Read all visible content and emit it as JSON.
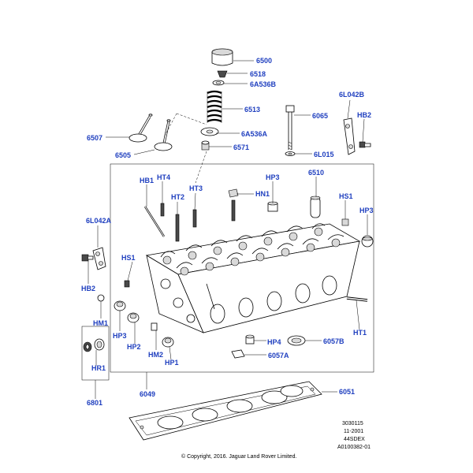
{
  "diagram": {
    "labels": {
      "p6500": "6500",
      "p6518": "6518",
      "p6A536B": "6A536B",
      "p6513": "6513",
      "p6065": "6065",
      "p6L042B": "6L042B",
      "pHB2_top": "HB2",
      "p6507": "6507",
      "p6A536A": "6A536A",
      "p6505": "6505",
      "p6571": "6571",
      "p6L015": "6L015",
      "pHB1": "HB1",
      "pHT4": "HT4",
      "pHT2": "HT2",
      "pHT3": "HT3",
      "pHP3_mid": "HP3",
      "pHN1": "HN1",
      "p6510": "6510",
      "pHS1_right": "HS1",
      "pHP3_right": "HP3",
      "p6L042A": "6L042A",
      "pHS1_left": "HS1",
      "pHB2_left": "HB2",
      "pHM1": "HM1",
      "pHP3_left": "HP3",
      "pHP2": "HP2",
      "pHM2": "HM2",
      "pHP1": "HP1",
      "pHR1": "HR1",
      "pHT1": "HT1",
      "pHP4": "HP4",
      "p6057B": "6057B",
      "p6057A": "6057A",
      "p6049": "6049",
      "p6051": "6051",
      "p6801": "6801"
    },
    "info": {
      "line1": "3030115",
      "line2": "11-2001",
      "line3": "44SDEX",
      "line4": "A0100382-01"
    },
    "copyright": "© Copyright, 2016. Jaguar Land Rover Limited."
  }
}
